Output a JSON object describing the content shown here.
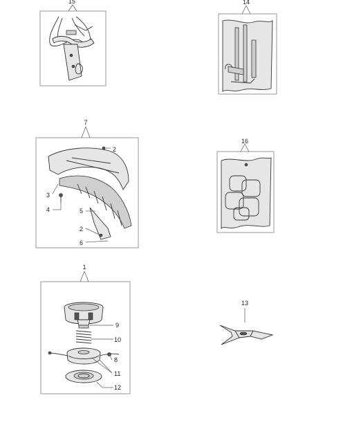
{
  "diagram": {
    "groups": [
      {
        "id": "15",
        "label": "15",
        "part": "harness"
      },
      {
        "id": "14",
        "label": "14",
        "part": "tool-kit"
      },
      {
        "id": "7",
        "label": "7",
        "part": "guard"
      },
      {
        "id": "16",
        "label": "16",
        "part": "nylon-line"
      },
      {
        "id": "1",
        "label": "1",
        "part": "trimmer-head"
      },
      {
        "id": "13",
        "label": "13",
        "part": "blade"
      }
    ],
    "callouts": {
      "guard": [
        "2",
        "3",
        "4",
        "5",
        "2",
        "6"
      ],
      "trimmer_head": [
        "9",
        "10",
        "8",
        "11",
        "12"
      ]
    }
  }
}
